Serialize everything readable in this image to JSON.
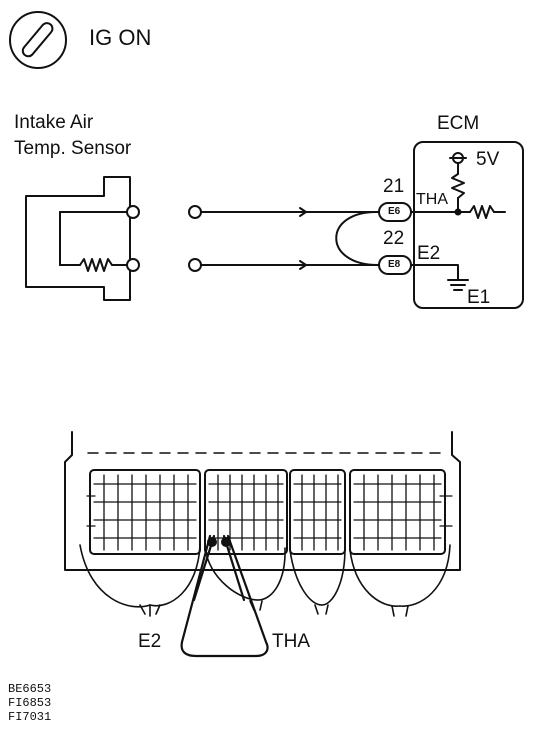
{
  "header": {
    "ig_label": "IG ON"
  },
  "sensor": {
    "line1": "Intake Air",
    "line2": "Temp. Sensor"
  },
  "ecm": {
    "title": "ECM",
    "supply": "5V",
    "tha_num": "21",
    "tha_pin": "E6",
    "tha_label": "THA",
    "e2_num": "22",
    "e2_pin": "E8",
    "e2_label": "E2",
    "ground_label": "E1"
  },
  "connector": {
    "left_probe": "E2",
    "right_probe": "THA"
  },
  "codes": [
    "BE6653",
    "FI6853",
    "FI7031"
  ]
}
